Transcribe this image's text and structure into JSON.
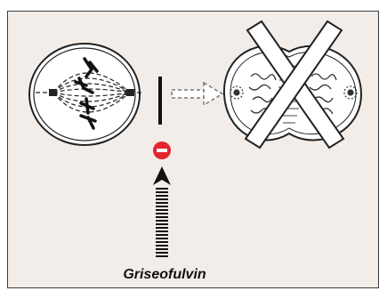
{
  "drug": {
    "name": "Griseofulvin"
  },
  "colors": {
    "background": "#f2ede8",
    "inhibitor_red": "#e3262f",
    "line": "#222222"
  },
  "icons": {
    "left": "mitotic-spindle-metaphase-cell",
    "right": "dividing-cell-crossed-out",
    "inhibitor": "minus-sign-icon",
    "block": "block-bar",
    "dashed_arrow": "dashed-right-arrow",
    "up_arrow": "dotted-up-arrow"
  }
}
